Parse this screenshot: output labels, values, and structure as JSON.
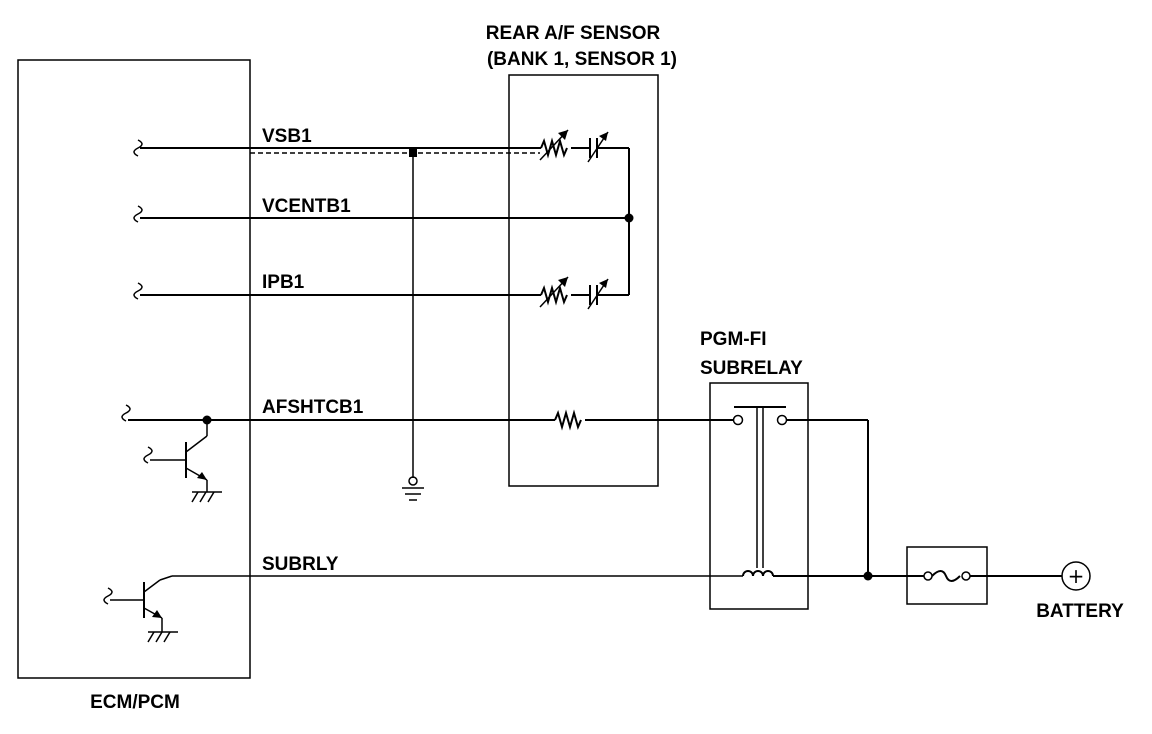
{
  "ecm": {
    "label": "ECM/PCM"
  },
  "sensor": {
    "title_line1": "REAR A/F SENSOR",
    "title_line2": "(BANK 1, SENSOR 1)"
  },
  "relay": {
    "title_line1": "PGM-FI",
    "title_line2": "SUBRELAY"
  },
  "battery": {
    "label": "BATTERY",
    "symbol": "+"
  },
  "wires": {
    "vsb1": "VSB1",
    "vcentb1": "VCENTB1",
    "ipb1": "IPB1",
    "afshtcb1": "AFSHTCB1",
    "subrly": "SUBRLY"
  },
  "icons": [
    "ground-icon",
    "resistor-icon",
    "variable-resistor-icon",
    "diode-icon",
    "transistor-icon",
    "relay-coil-icon",
    "fuse-icon",
    "battery-icon"
  ]
}
